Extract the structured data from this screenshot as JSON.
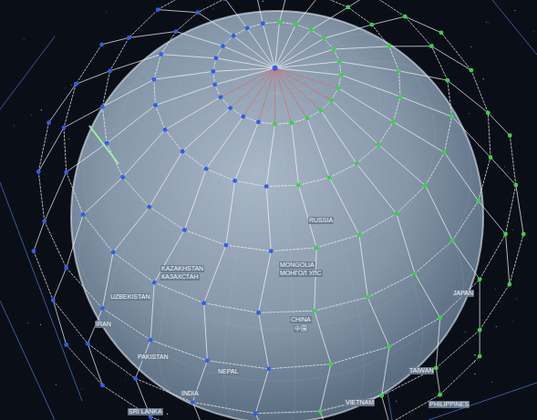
{
  "diagram": {
    "labels": [
      "RUSSIA",
      "KAZAKHSTAN",
      "КАЗАХСТАН",
      "UZBEKISTAN",
      "IRAN",
      "PAKISTAN",
      "NEPAL",
      "INDIA",
      "SRI LANKA",
      "MONGOLIA",
      "МОНГОЛ УЛС",
      "CHINA",
      "中国",
      "JAPAN",
      "TAIWAN",
      "VIETNAM",
      "PHILIPPINES"
    ]
  }
}
